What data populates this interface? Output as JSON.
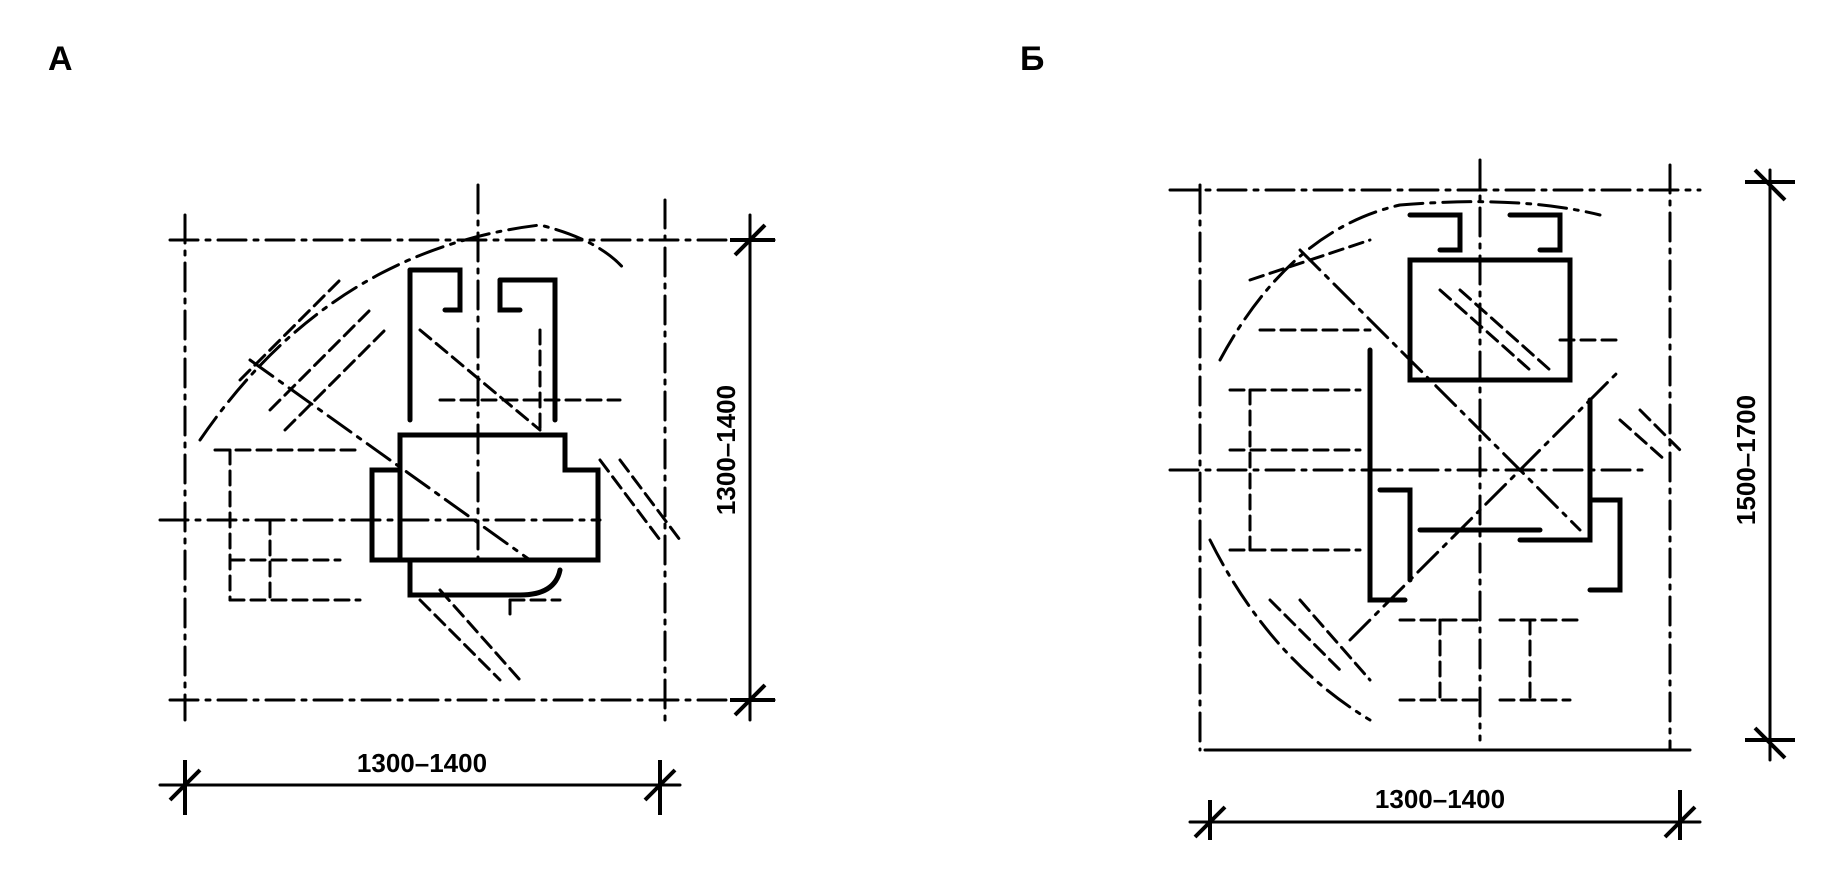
{
  "panels": [
    {
      "label": "А",
      "width_dim": "1300–1400",
      "height_dim": "1300–1400"
    },
    {
      "label": "Б",
      "width_dim": "1300–1400",
      "height_dim": "1500–1700"
    }
  ]
}
